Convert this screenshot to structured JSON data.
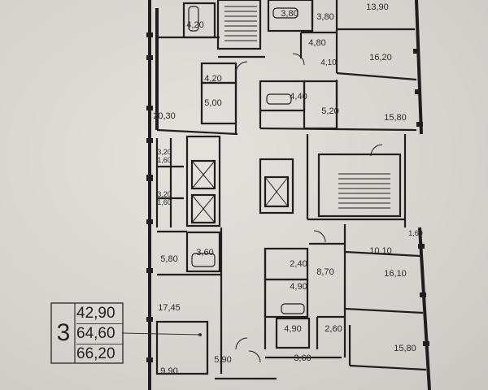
{
  "plan": {
    "room_areas": [
      "13,90",
      "4,20",
      "3,80",
      "3,80",
      "4,80",
      "16,20",
      "4,10",
      "4,20",
      "5,00",
      "4,40",
      "20,30",
      "5,20",
      "15,80",
      "3,20",
      "1,60",
      "3,20",
      "1,60",
      "10,10",
      "1,60",
      "5,80",
      "3,60",
      "2,40",
      "8,70",
      "16,10",
      "4,90",
      "17,45",
      "4,90",
      "2,60",
      "15,80",
      "9,90",
      "5,90",
      "3,60"
    ]
  },
  "legend": {
    "apartment_number": "3",
    "areas": [
      "42,90",
      "64,60",
      "66,20"
    ]
  },
  "colors": {
    "background": "#dad8d3",
    "wall": "#1e1e1e",
    "text": "#2b2b2b"
  }
}
